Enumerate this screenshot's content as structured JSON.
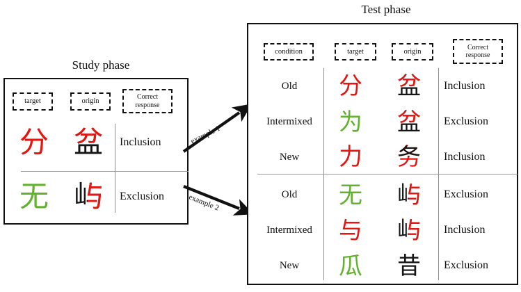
{
  "figure": {
    "study_panel_title": "Study phase",
    "test_panel_title": "Test phase"
  },
  "arrows": [
    {
      "label": "example 1"
    },
    {
      "label": "example 2"
    }
  ],
  "study_phase": {
    "headers": [
      {
        "key": "target",
        "label": "target"
      },
      {
        "key": "origin",
        "label": "origin"
      },
      {
        "key": "correct_response",
        "label": "Correct response",
        "line1": "Correct",
        "line2": "response"
      }
    ],
    "rows": [
      {
        "target": {
          "char": "分",
          "color": "#e8140f"
        },
        "origin": {
          "char": "盆",
          "top_part": "分",
          "top_color": "#e8140f",
          "bottom_color": "#151515"
        },
        "correct_response": "Inclusion"
      },
      {
        "target": {
          "char": "无",
          "color": "#63b22e"
        },
        "origin": {
          "char": "屿",
          "right_part": "与",
          "right_color": "#e8140f",
          "left_color": "#151515"
        },
        "correct_response": "Exclusion"
      }
    ]
  },
  "test_phase": {
    "headers": [
      {
        "key": "condition",
        "label": "condition"
      },
      {
        "key": "target",
        "label": "target"
      },
      {
        "key": "origin",
        "label": "origin"
      },
      {
        "key": "correct_response",
        "label": "Correct response",
        "line1": "Correct",
        "line2": "response"
      }
    ],
    "group_1": [
      {
        "condition": "Old",
        "target": {
          "char": "分",
          "color": "#e8140f"
        },
        "origin": {
          "char": "盆",
          "top_color": "#e8140f",
          "bottom_color": "#151515"
        },
        "correct_response": "Inclusion"
      },
      {
        "condition": "Intermixed",
        "target": {
          "char": "为",
          "color": "#63b22e"
        },
        "origin": {
          "char": "盆",
          "top_color": "#e8140f",
          "bottom_color": "#151515"
        },
        "correct_response": "Exclusion"
      },
      {
        "condition": "New",
        "target": {
          "char": "力",
          "color": "#e8140f"
        },
        "origin": {
          "char": "务",
          "top_color": "#151515",
          "bottom_color": "#e8140f"
        },
        "correct_response": "Inclusion"
      }
    ],
    "group_2": [
      {
        "condition": "Old",
        "target": {
          "char": "无",
          "color": "#63b22e"
        },
        "origin": {
          "char": "屿",
          "left_color": "#151515",
          "right_color": "#e8140f"
        },
        "correct_response": "Exclusion"
      },
      {
        "condition": "Intermixed",
        "target": {
          "char": "与",
          "color": "#e8140f"
        },
        "origin": {
          "char": "屿",
          "left_color": "#151515",
          "right_color": "#e8140f"
        },
        "correct_response": "Inclusion"
      },
      {
        "condition": "New",
        "target": {
          "char": "瓜",
          "color": "#63b22e"
        },
        "origin": {
          "char": "昔",
          "left_color": "#151515",
          "right_color": "#151515"
        },
        "correct_response": "Exclusion"
      }
    ]
  },
  "colors": {
    "red": "#e8140f",
    "green": "#63b22e",
    "black": "#151515",
    "border": "#111111",
    "separator": "#8d8d8d"
  }
}
